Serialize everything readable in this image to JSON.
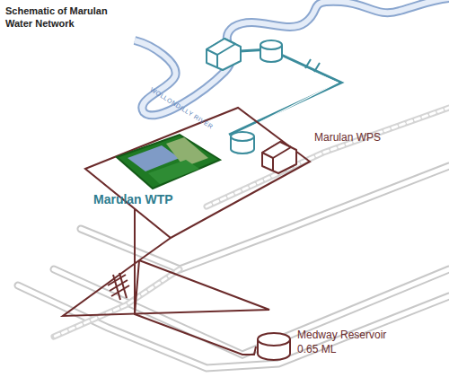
{
  "diagram": {
    "title": "Schematic of Marulan Water Network",
    "nodes": [
      {
        "text": [
          "Marulan WTP"
        ]
      },
      {
        "text": [
          "Medway Reservoir 0.65 ML"
        ]
      }
    ],
    "edges": [
      {
        "from": 0,
        "to": 1,
        "arrow": "none"
      }
    ],
    "labels": [
      "WOLLONDILLY RIVER",
      "Marulan WPS"
    ]
  }
}
